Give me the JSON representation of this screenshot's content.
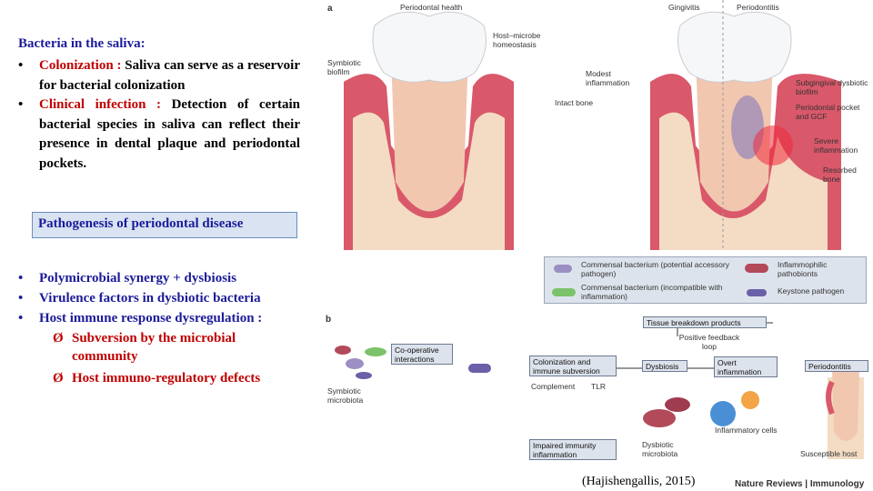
{
  "saliva": {
    "heading": "Bacteria in the saliva:",
    "bullet": "•",
    "item1_term": "Colonization :",
    "item1_text": "Saliva can serve as a reservoir for bacterial colonization",
    "item2_term": "Clinical infection :",
    "item2_text": "Detection of certain bacterial species in saliva can reflect their presence in dental plaque and periodontal pockets."
  },
  "pathogenesis": {
    "box_label": "Pathogenesis of periodontal disease",
    "bullets": [
      "Polymicrobial synergy + dysbiosis",
      "Virulence factors in dysbiotic bacteria",
      "Host immune response dysregulation :"
    ],
    "arrow_glyph": "Ø",
    "sub_bullets": [
      "Subversion by the microbial community",
      "Host immuno-regulatory defects"
    ]
  },
  "figure_a": {
    "panel_label": "a",
    "labels": {
      "periodontal_health": "Periodontal health",
      "gingivitis": "Gingivitis",
      "periodontitis": "Periodontitis",
      "symbiotic_biofilm": "Symbiotic biofilm",
      "host_microbe": "Host–microbe homeostasis",
      "modest_inflammation": "Modest inflammation",
      "intact_bone": "Intact bone",
      "subgingival": "Subgingival dysbiotic biofilm",
      "periodontal_pocket": "Periodontal pocket and GCF",
      "severe_inflammation": "Severe inflammation",
      "resorbed_bone": "Resorbed bone"
    }
  },
  "figure_b": {
    "panel_label": "b",
    "legend": {
      "commensal1": "Commensal bacterium (potential accessory pathogen)",
      "commensal2": "Commensal bacterium (incompatible with inflammation)",
      "inflammophilic": "Inflammophilic pathobionts",
      "keystone": "Keystone pathogen"
    },
    "boxes": {
      "tissue_breakdown": "Tissue breakdown products",
      "positive_feedback": "Positive feedback loop",
      "cooperative": "Co-operative interactions",
      "colonization": "Colonization and immune subversion",
      "dysbiosis": "Dysbiosis",
      "overt_inflammation": "Overt inflammation",
      "periodontitis": "Periodontitis",
      "impaired_immunity": "Impaired immunity inflammation"
    },
    "labels": {
      "symbiotic_microbiota": "Symbiotic microbiota",
      "complement": "Complement",
      "tlr": "TLR",
      "dysbiotic_microbiota": "Dysbiotic microbiota",
      "inflammatory_cells": "Inflammatory cells",
      "susceptible_host": "Susceptible host"
    }
  },
  "caption": "(Hajishengallis, 2015)",
  "publisher": "Nature Reviews | Immunology",
  "colors": {
    "heading_blue": "#1b1b9a",
    "term_red": "#c00000",
    "box_fill": "#d9e3f1",
    "gum": "#d9586a",
    "bone": "#f3dcc3"
  }
}
